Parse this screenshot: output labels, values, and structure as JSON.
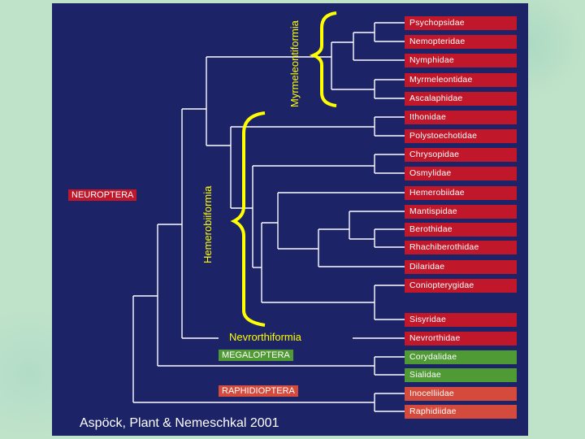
{
  "families": [
    {
      "label": "Psychopsidae",
      "color": "#c0182a"
    },
    {
      "label": "Nemopteridae",
      "color": "#c0182a"
    },
    {
      "label": "Nymphidae",
      "color": "#c0182a"
    },
    {
      "label": "Myrmeleontidae",
      "color": "#c0182a"
    },
    {
      "label": "Ascalaphidae",
      "color": "#c0182a"
    },
    {
      "label": "Ithonidae",
      "color": "#c0182a"
    },
    {
      "label": "Polystoechotidae",
      "color": "#c0182a"
    },
    {
      "label": "Chrysopidae",
      "color": "#c0182a"
    },
    {
      "label": "Osmylidae",
      "color": "#c0182a"
    },
    {
      "label": "Hemerobiidae",
      "color": "#c0182a"
    },
    {
      "label": "Mantispidae",
      "color": "#c0182a"
    },
    {
      "label": "Berothidae",
      "color": "#c0182a"
    },
    {
      "label": "Rhachiberothidae",
      "color": "#c0182a"
    },
    {
      "label": "Dilaridae",
      "color": "#c0182a"
    },
    {
      "label": "Coniopterygidae",
      "color": "#c0182a"
    },
    {
      "label": "Sisyridae",
      "color": "#c0182a"
    },
    {
      "label": "Nevrorthidae",
      "color": "#c0182a"
    },
    {
      "label": "Corydalidae",
      "color": "#4f9a35"
    },
    {
      "label": "Sialidae",
      "color": "#4f9a35"
    },
    {
      "label": "Inocelliidae",
      "color": "#d44a3c"
    },
    {
      "label": "Raphidiidae",
      "color": "#d44a3c"
    }
  ],
  "groups": {
    "neuroptera": {
      "label": "NEUROPTERA",
      "color": "#c0182a"
    },
    "megaloptera": {
      "label": "MEGALOPTERA",
      "color": "#4f9a35"
    },
    "raphidioptera": {
      "label": "RAPHIDIOPTERA",
      "color": "#d44a3c"
    }
  },
  "clades": {
    "myrmeleontiformia": "Myrmeleontiformia",
    "hemerobiiformia": "Hemerobiiformia",
    "nevrorthiformia": "Nevrorthiformia"
  },
  "citation": "Aspöck, Plant & Nemeschkal 2001",
  "colors": {
    "panel": "#1c2367",
    "lines": "#ffffff",
    "clade_text": "#ffff00"
  }
}
